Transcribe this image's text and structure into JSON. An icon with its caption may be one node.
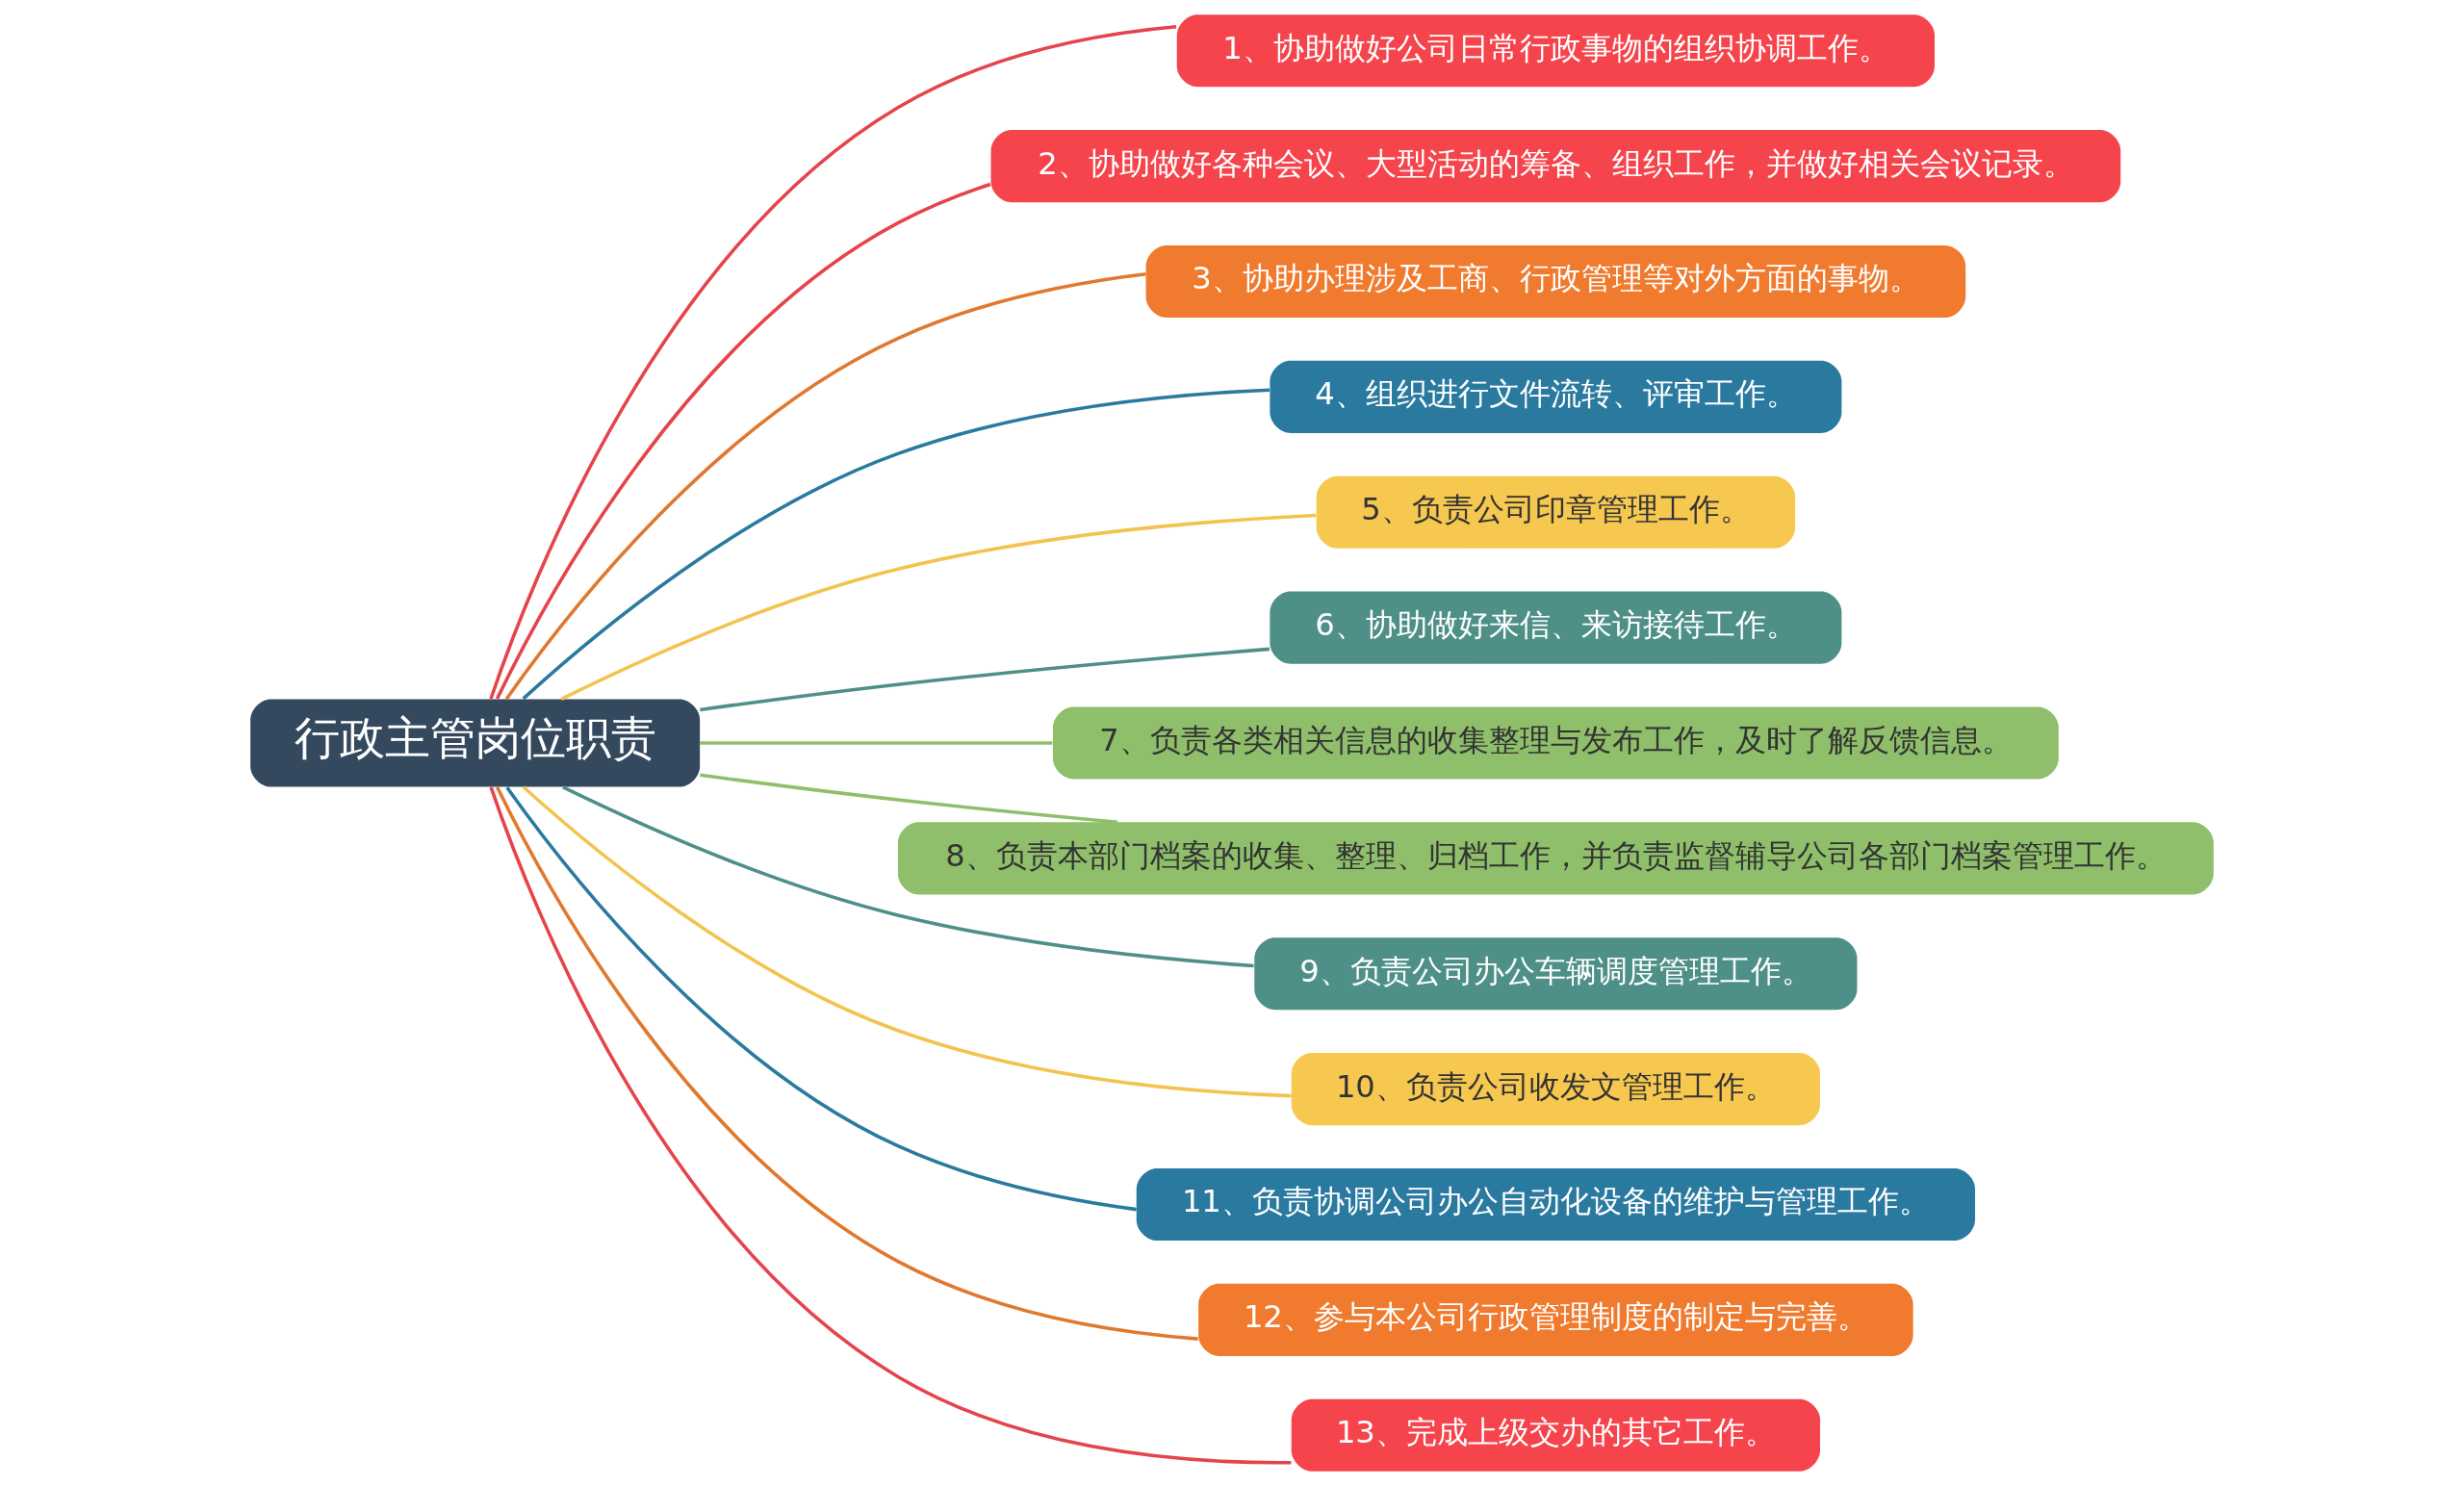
{
  "diagram": {
    "nodes": [
      {
        "text": [
          "行政主管岗位职责"
        ]
      },
      {
        "text": [
          "1、协助做好公司日常行政事物的组织协调工作。"
        ]
      },
      {
        "text": [
          "2、协助做好各种会议、大型活动的筹备、组织工作，并做好相关会议记录。"
        ]
      },
      {
        "text": [
          "3、协助办理涉及工商、行政管理等对外方面的事物。"
        ]
      },
      {
        "text": [
          "4、组织进行文件流转、评审工作。"
        ]
      },
      {
        "text": [
          "5、负责公司印章管理工作。"
        ]
      },
      {
        "text": [
          "6、协助做好来信、来访接待工作。"
        ]
      },
      {
        "text": [
          "7、负责各类相关信息的收集整理与发布工作，及时了解反馈信息。"
        ]
      },
      {
        "text": [
          "8、负责本部门档案的收集、整理、归档工作，并负责监督辅导公司各部门档案管理工作。"
        ]
      },
      {
        "text": [
          "9、负责公司办公车辆调度管理工作。"
        ]
      },
      {
        "text": [
          "10、负责公司收发文管理工作。"
        ]
      },
      {
        "text": [
          "11、负责协调公司办公自动化设备的维护与管理工作。"
        ]
      },
      {
        "text": [
          "12、参与本公司行政管理制度的制定与完善。"
        ]
      },
      {
        "text": [
          "13、完成上级交办的其它工作。"
        ]
      }
    ],
    "edges": [
      {
        "from": 0,
        "to": 1,
        "arrow": "none",
        "color": "#e5444a"
      },
      {
        "from": 0,
        "to": 2,
        "arrow": "none",
        "color": "#e5444a"
      },
      {
        "from": 0,
        "to": 3,
        "arrow": "none",
        "color": "#e0782e"
      },
      {
        "from": 0,
        "to": 4,
        "arrow": "none",
        "color": "#2a7aa0"
      },
      {
        "from": 0,
        "to": 5,
        "arrow": "none",
        "color": "#f2c44e"
      },
      {
        "from": 0,
        "to": 6,
        "arrow": "none",
        "color": "#4e9088"
      },
      {
        "from": 0,
        "to": 7,
        "arrow": "none",
        "color": "#8fbf6a"
      },
      {
        "from": 0,
        "to": 8,
        "arrow": "none",
        "color": "#8fbf6a"
      },
      {
        "from": 0,
        "to": 9,
        "arrow": "none",
        "color": "#4e9088"
      },
      {
        "from": 0,
        "to": 10,
        "arrow": "none",
        "color": "#f2c44e"
      },
      {
        "from": 0,
        "to": 11,
        "arrow": "none",
        "color": "#2a7aa0"
      },
      {
        "from": 0,
        "to": 12,
        "arrow": "none",
        "color": "#e0782e"
      },
      {
        "from": 0,
        "to": 13,
        "arrow": "none",
        "color": "#e5444a"
      }
    ]
  }
}
